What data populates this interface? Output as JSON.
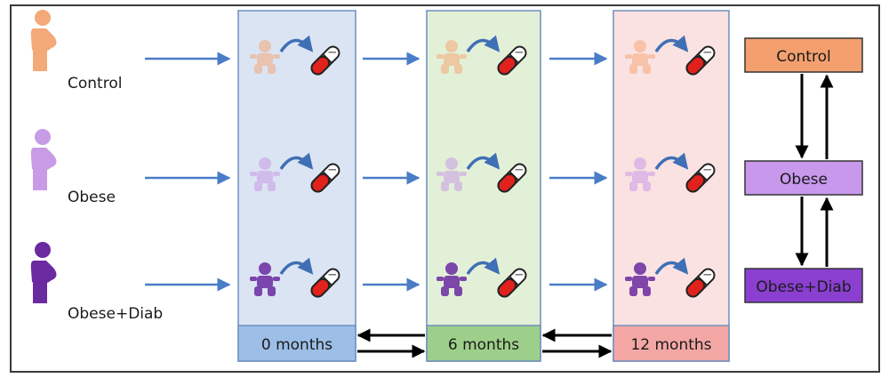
{
  "groups": [
    {
      "label": "Control",
      "color": "#f4a978"
    },
    {
      "label": "Obese",
      "color": "#c89be6"
    },
    {
      "label": "Obese+Diab",
      "color": "#6a2aa0"
    }
  ],
  "timepoints": [
    {
      "label": "0 months",
      "panel_color": "#dbe4f3",
      "label_color": "#9dbfe7"
    },
    {
      "label": "6 months",
      "panel_color": "#e3f0d8",
      "label_color": "#9ecf8a"
    },
    {
      "label": "12 months",
      "panel_color": "#fbe2e2",
      "label_color": "#f3a7a4"
    }
  ],
  "legend": [
    {
      "label": "Control",
      "color": "#f4a06e"
    },
    {
      "label": "Obese",
      "color": "#c898ec"
    },
    {
      "label": "Obese+Diab",
      "color": "#8a3fd0"
    }
  ],
  "colors": {
    "arrow_blue": "#4a7cc7",
    "curve_arrow": "#3f6fb4",
    "pill_red": "#e0211c",
    "black": "#000000"
  },
  "icons": {
    "mother": "pregnant-woman-icon",
    "baby": "baby-icon",
    "sample": "capsule-tube-icon"
  }
}
